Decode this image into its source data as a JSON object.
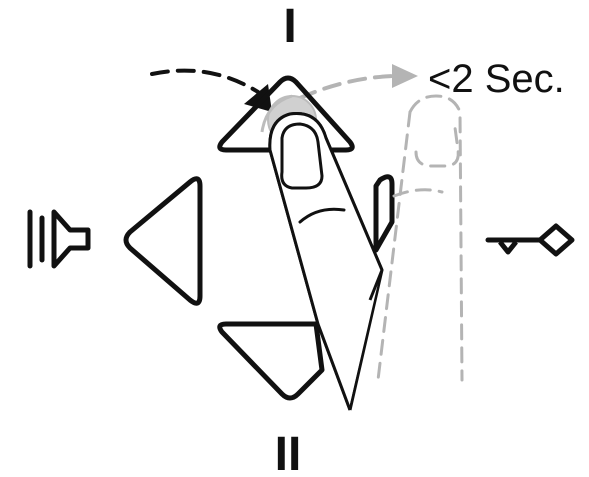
{
  "labels": {
    "top": "I",
    "bottom": "II",
    "duration": "<2 Sec."
  },
  "icons": {
    "left": "speaker-icon",
    "right": "key-icon",
    "hand": "finger-icon"
  },
  "colors": {
    "ink": "#111111",
    "ghost": "#b4b4b4",
    "touch": "#d0d0d0"
  }
}
